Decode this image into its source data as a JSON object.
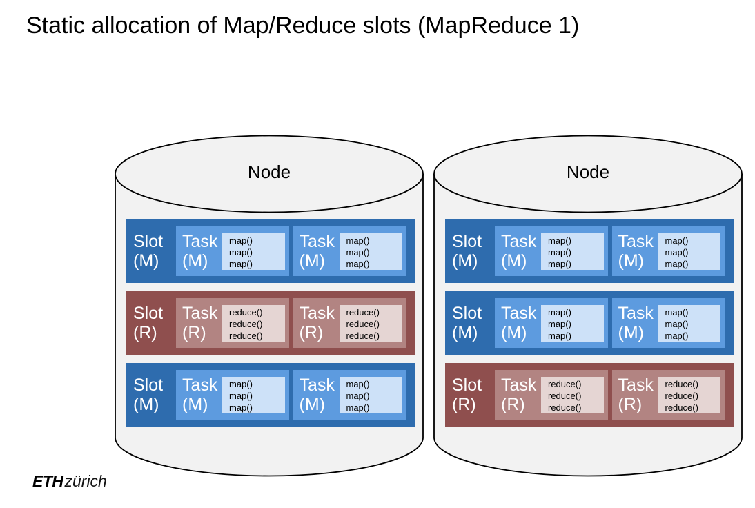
{
  "title": "Static allocation of Map/Reduce slots (MapReduce 1)",
  "footer_logo": {
    "bold": "ETH",
    "light": "zürich"
  },
  "colors": {
    "map_slot": "#2E6CAE",
    "map_task": "#5D9BDF",
    "map_code_bg": "#CDE1F8",
    "reduce_slot": "#8F4F4E",
    "reduce_task": "#B28482",
    "reduce_code_bg": "#E5D5D3",
    "cylinder_fill": "#F2F2F2",
    "cylinder_stroke": "#000000",
    "slot_text": "#FFFFFF",
    "code_text": "#000000"
  },
  "nodes": [
    {
      "label": "Node",
      "slots": [
        {
          "kind": "map",
          "label": [
            "Slot",
            "(M)"
          ],
          "tasks": [
            {
              "label": [
                "Task",
                "(M)"
              ],
              "calls": [
                "map()",
                "map()",
                "map()"
              ]
            },
            {
              "label": [
                "Task",
                "(M)"
              ],
              "calls": [
                "map()",
                "map()",
                "map()"
              ]
            }
          ]
        },
        {
          "kind": "reduce",
          "label": [
            "Slot",
            "(R)"
          ],
          "tasks": [
            {
              "label": [
                "Task",
                "(R)"
              ],
              "calls": [
                "reduce()",
                "reduce()",
                "reduce()"
              ]
            },
            {
              "label": [
                "Task",
                "(R)"
              ],
              "calls": [
                "reduce()",
                "reduce()",
                "reduce()"
              ]
            }
          ]
        },
        {
          "kind": "map",
          "label": [
            "Slot",
            "(M)"
          ],
          "tasks": [
            {
              "label": [
                "Task",
                "(M)"
              ],
              "calls": [
                "map()",
                "map()",
                "map()"
              ]
            },
            {
              "label": [
                "Task",
                "(M)"
              ],
              "calls": [
                "map()",
                "map()",
                "map()"
              ]
            }
          ]
        }
      ]
    },
    {
      "label": "Node",
      "slots": [
        {
          "kind": "map",
          "label": [
            "Slot",
            "(M)"
          ],
          "tasks": [
            {
              "label": [
                "Task",
                "(M)"
              ],
              "calls": [
                "map()",
                "map()",
                "map()"
              ]
            },
            {
              "label": [
                "Task",
                "(M)"
              ],
              "calls": [
                "map()",
                "map()",
                "map()"
              ]
            }
          ]
        },
        {
          "kind": "map",
          "label": [
            "Slot",
            "(M)"
          ],
          "tasks": [
            {
              "label": [
                "Task",
                "(M)"
              ],
              "calls": [
                "map()",
                "map()",
                "map()"
              ]
            },
            {
              "label": [
                "Task",
                "(M)"
              ],
              "calls": [
                "map()",
                "map()",
                "map()"
              ]
            }
          ]
        },
        {
          "kind": "reduce",
          "label": [
            "Slot",
            "(R)"
          ],
          "tasks": [
            {
              "label": [
                "Task",
                "(R)"
              ],
              "calls": [
                "reduce()",
                "reduce()",
                "reduce()"
              ]
            },
            {
              "label": [
                "Task",
                "(R)"
              ],
              "calls": [
                "reduce()",
                "reduce()",
                "reduce()"
              ]
            }
          ]
        }
      ]
    }
  ]
}
